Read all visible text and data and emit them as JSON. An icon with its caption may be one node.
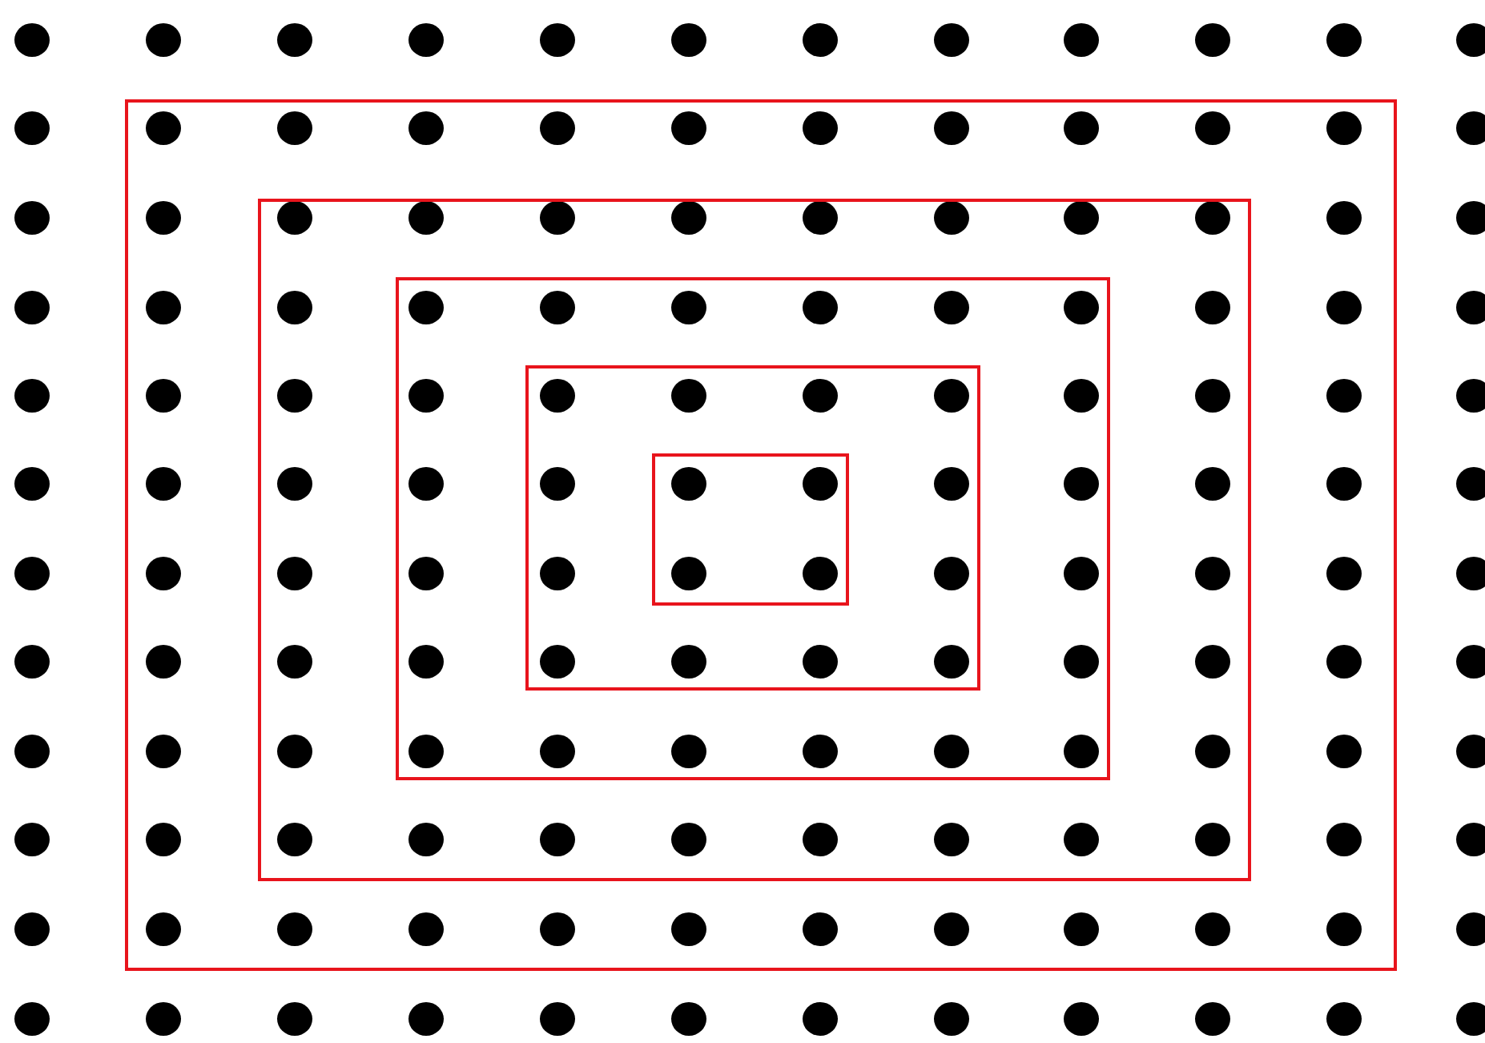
{
  "diagram": {
    "nodes": [
      {
        "text": [],
        "shape": "box"
      },
      {
        "text": [],
        "shape": "box",
        "in": 0
      },
      {
        "text": [],
        "shape": "box",
        "in": 1
      },
      {
        "text": [],
        "shape": "box",
        "in": 2
      },
      {
        "text": [],
        "shape": "box",
        "in": 3
      }
    ]
  }
}
